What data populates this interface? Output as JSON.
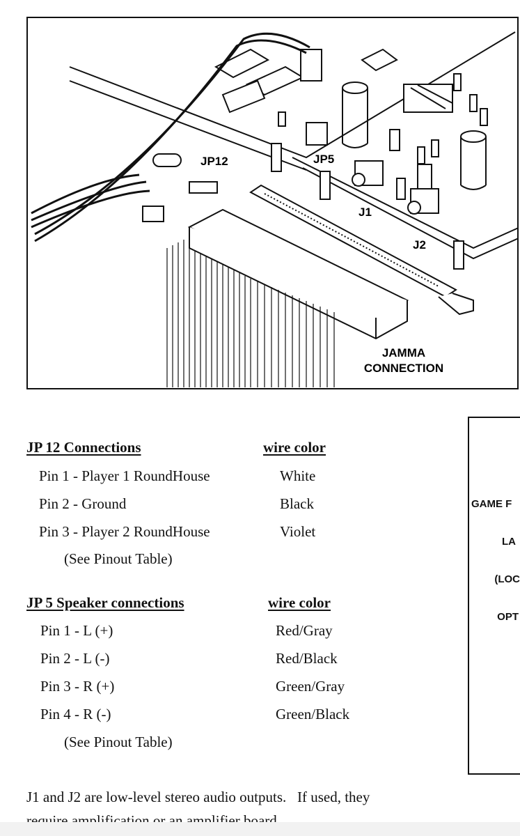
{
  "figure": {
    "labels": {
      "jp12": "JP12",
      "jp5": "JP5",
      "j1": "J1",
      "j2": "J2",
      "jamma_line1": "JAMMA",
      "jamma_line2": "CONNECTION"
    }
  },
  "side_panel": {
    "lines": [
      "GAME F",
      "LA",
      "(LOC",
      "OPT"
    ]
  },
  "jp12": {
    "heading": "JP 12 Connections",
    "color_heading": "wire color",
    "rows": [
      {
        "pin": "Pin 1 - Player 1 RoundHouse",
        "color": "White"
      },
      {
        "pin": "Pin 2 - Ground",
        "color": "Black"
      },
      {
        "pin": "Pin 3 - Player 2 RoundHouse",
        "color": "Violet"
      }
    ],
    "note": "(See Pinout Table)"
  },
  "jp5": {
    "heading": "JP 5 Speaker connections",
    "color_heading": "wire color",
    "rows": [
      {
        "pin": "Pin 1 - L (+)",
        "color": "Red/Gray"
      },
      {
        "pin": "Pin 2 - L (-)",
        "color": "Red/Black"
      },
      {
        "pin": "Pin 3 - R (+)",
        "color": "Green/Gray"
      },
      {
        "pin": "Pin 4 - R (-)",
        "color": "Green/Black"
      }
    ],
    "note": "(See Pinout Table)"
  },
  "footer": {
    "line1": "J1 and J2 are low-level stereo audio outputs.   If used, they",
    "line2": "require amplification or an amplifier board."
  }
}
